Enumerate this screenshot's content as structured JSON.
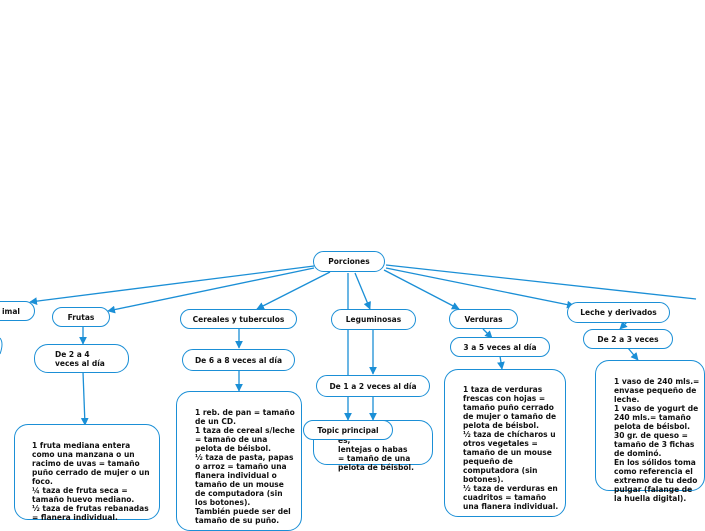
{
  "root": {
    "label": "Porciones"
  },
  "branches": [
    {
      "id": "animal",
      "label": "imal"
    },
    {
      "id": "frutas",
      "label": "Frutas",
      "freq": "De 2 a 4\nveces al día",
      "detail": "1 fruta mediana entera como una manzana o un racimo de uvas = tamaño puño cerrado de mujer o un foco.\n¼ taza de fruta seca = tamaño huevo mediano.\n½ taza de frutas rebanadas = flanera individual."
    },
    {
      "id": "cereales",
      "label": "Cereales y tuberculos",
      "freq": "De 6 a 8 veces al día",
      "detail": "1 reb. de pan = tamaño de un CD.\n1 taza de cereal s/leche = tamaño de una pelota de béisbol.\n½ taza de pasta, papas o arroz = tamaño una flanera individual o tamaño de un mouse  de computadora (sin los botones).\nTambién puede ser del tamaño de su puño."
    },
    {
      "id": "leguminosas",
      "label": "Leguminosas",
      "freq": "De 1 a 2 veces al día",
      "detail_partial": "es,\nlentejas o habas\n= tamaño de una\npelota de béisbol.",
      "topic": "Topic principal"
    },
    {
      "id": "verduras",
      "label": "Verduras",
      "freq": "3 a 5 veces al día",
      "detail": "1 taza de verduras frescas con hojas = tamaño puño cerrado de mujer o tamaño de pelota de béisbol.\n½ taza de chícharos u otros vegetales = tamaño de un mouse pequeño de computadora (sin botones).\n½ taza de verduras en cuadritos = tamaño una flanera individual."
    },
    {
      "id": "leche",
      "label": "Leche y derivados",
      "freq": "De 2 a 3 veces",
      "detail": "1 vaso de 240 mls.= envase pequeño de leche.\n1 vaso de yogurt de 240 mls.= tamaño pelota de béisbol.\n30 gr. de queso = tamaño de 3 fichas de dominó.\nEn los sólidos toma como referencia el extremo de tu dedo pulgar (falange de la huella digital)."
    }
  ],
  "colors": {
    "line": "#1b8fd6",
    "border": "#1b8fd6"
  }
}
